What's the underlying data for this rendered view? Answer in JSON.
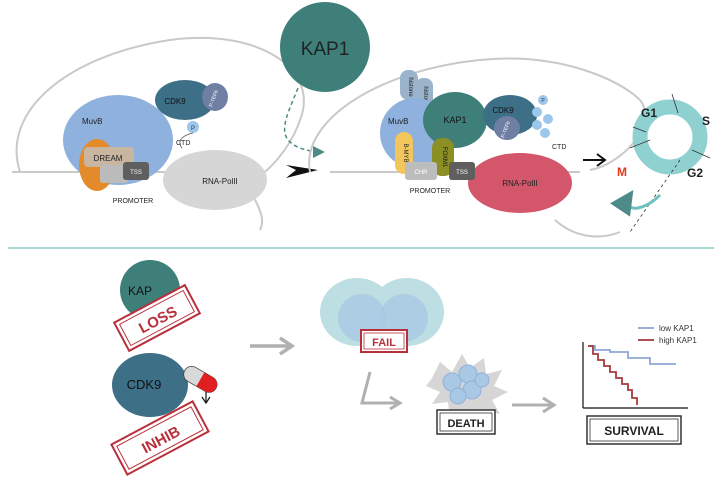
{
  "top": {
    "kap1_big": "KAP1",
    "left_complex": {
      "cdk9": "CDK9",
      "ptefb": "P-TEFb",
      "p": "P",
      "muvb": "MuvB",
      "dream": "DREAM",
      "tss": "TSS",
      "rnapol": "RNA-PolII",
      "ctd": "CTD",
      "promoter": "PROMOTER"
    },
    "right_complex": {
      "histone1": "histone",
      "histone2": "histone",
      "kap1": "KAP1",
      "cdk9": "CDK9",
      "ptefb": "P-TEFb",
      "p": "P",
      "muvb": "MuvB",
      "bmyb": "B-MYB",
      "foxm1": "FOXM1",
      "chr": "CHR",
      "tss": "TSS",
      "rnapol": "RNA-PolII",
      "ctd": "CTD",
      "promoter": "PROMOTER"
    },
    "cell_cycle": {
      "g1": "G1",
      "s": "S",
      "g2": "G2",
      "m": "M"
    }
  },
  "bottom": {
    "kap1_partial": "KAP",
    "loss": "LOSS",
    "cdk9_partial": "CDK9",
    "inhib": "INHIB",
    "fail": "FAIL",
    "death": "DEATH",
    "survival": "SURVIVAL",
    "legend": {
      "low": "low KAP1",
      "high": "high KAP1"
    }
  },
  "colors": {
    "kap1": "#3f7f7a",
    "muvb": "#8fb1dd",
    "cdk9": "#3d6f86",
    "ptefb": "#6f7fa3",
    "rnapol_left": "#d6d6d6",
    "rnapol_right": "#d3566a",
    "dream": "#e38b2a",
    "bmyb": "#f2c65c",
    "foxm1": "#8b8f24",
    "cell_ring": "#8fd0d0",
    "stamp": "#b8303b",
    "low_line": "#8ea8d8",
    "high_line": "#a83b3b",
    "m_label": "#e23a1f"
  }
}
